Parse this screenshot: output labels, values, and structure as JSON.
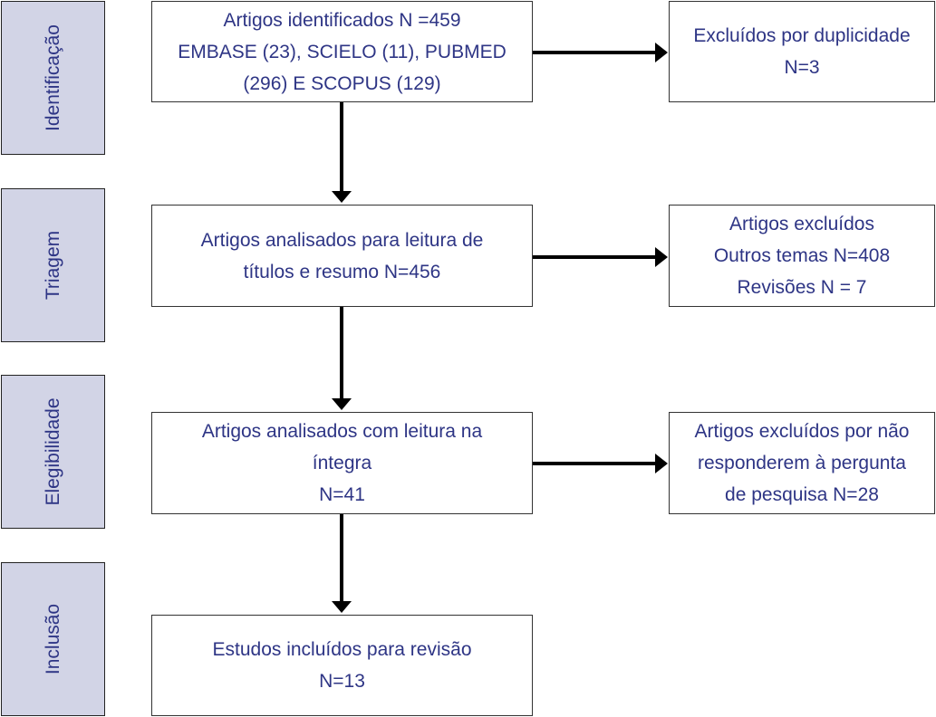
{
  "phases": {
    "identification": "Identificação",
    "screening": "Triagem",
    "eligibility": "Elegibilidade",
    "inclusion": "Inclusão"
  },
  "boxes": {
    "identified": [
      "Artigos identificados N =459",
      "EMBASE (23), SCIELO (11), PUBMED",
      "(296) E SCOPUS (129)"
    ],
    "duplicates": [
      "Excluídos por duplicidade",
      "N=3"
    ],
    "screened": [
      "Artigos analisados para leitura de",
      "títulos e resumo N=456"
    ],
    "excluded_screening": [
      "Artigos excluídos",
      "Outros temas N=408",
      "Revisões N = 7"
    ],
    "fulltext": [
      "Artigos analisados com leitura na",
      "íntegra",
      "N=41"
    ],
    "excluded_fulltext": [
      "Artigos excluídos por não",
      "responderem à pergunta",
      "de pesquisa N=28"
    ],
    "included": [
      "Estudos incluídos para revisão",
      "N=13"
    ]
  }
}
